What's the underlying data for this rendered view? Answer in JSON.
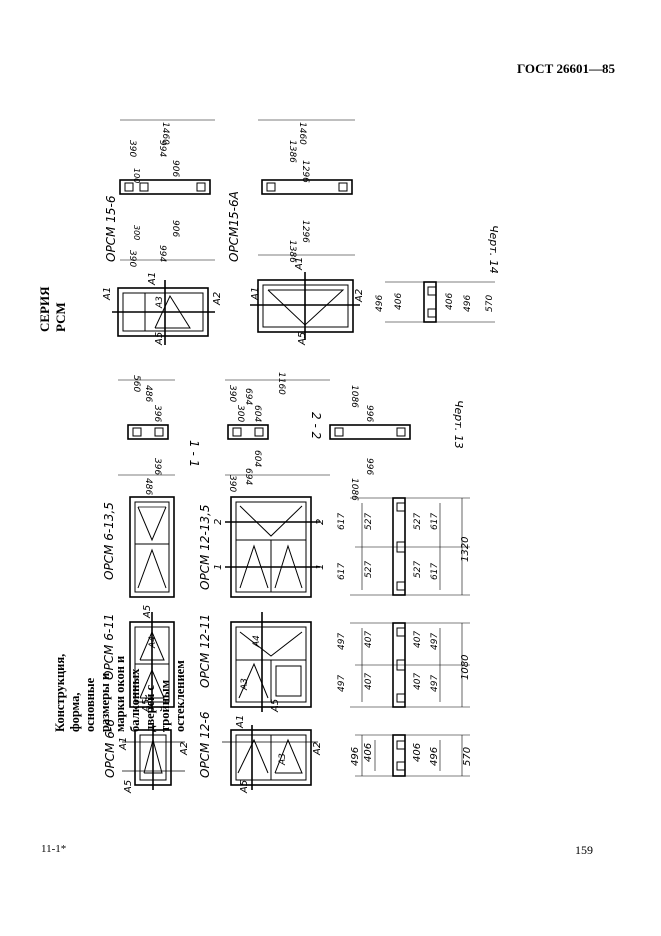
{
  "header": {
    "standard": "ГОСТ 26601—85"
  },
  "title": {
    "series": "СЕРИЯ РСМ",
    "subtitle": "Конструкция, форма, основные размеры и марки окон и балконных дверей с тройным остеклением"
  },
  "footer": {
    "sheet_mark": "11-1*",
    "page_number": "159"
  },
  "windows": [
    {
      "mark": "ОРСМ 6-6"
    },
    {
      "mark": "ОРСМ 12-6"
    },
    {
      "mark": "ОРСМ 6-11"
    },
    {
      "mark": "ОРСМ 12-11"
    },
    {
      "mark": "ОРСМ 6-13,5"
    },
    {
      "mark": "ОРСМ 12-13,5"
    },
    {
      "mark": "ОРСМ 15-6"
    },
    {
      "mark": "ОРСМ15-6А"
    }
  ],
  "sections": {
    "s11": "1 - 1",
    "s22": "2 - 2"
  },
  "drawing_refs": {
    "ch13": "Черт. 13",
    "ch14": "Черт. 14"
  },
  "sash_marks": {
    "a1": "А1",
    "a2": "А2",
    "a3": "А3",
    "a4": "А4",
    "a5": "А5",
    "cut1": "1",
    "cut2": "2"
  },
  "dimensions": {
    "d496": "496",
    "d406": "406",
    "d570": "570",
    "d497": "497",
    "d407": "407",
    "d1080": "1080",
    "d617": "617",
    "d527": "527",
    "d1320": "1320",
    "d1460": "1460",
    "d390": "390",
    "d994": "994",
    "d906": "906",
    "d100": "100",
    "d1386": "1386",
    "d1296": "1296",
    "d1160": "1160",
    "d1086": "1086",
    "d996": "996",
    "d694": "694",
    "d604": "604",
    "d560": "560",
    "d486": "486",
    "d396": "396",
    "d300": "300"
  }
}
